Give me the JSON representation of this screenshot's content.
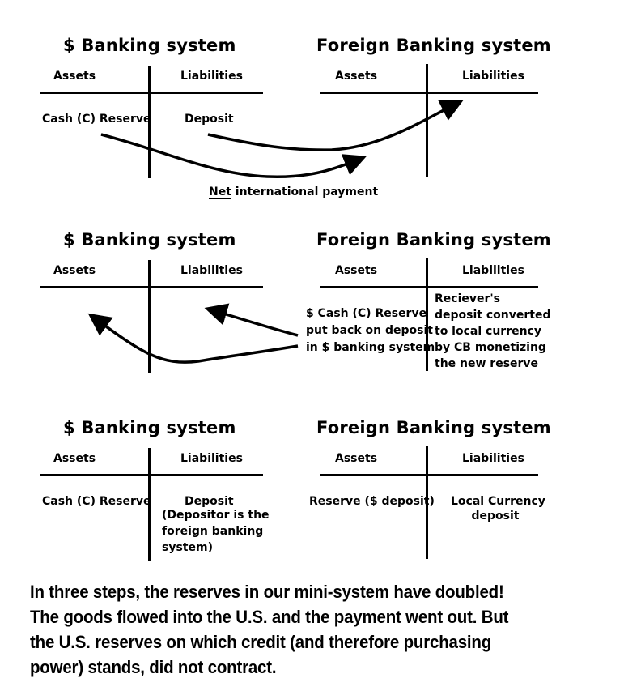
{
  "panels": [
    {
      "step": 1,
      "us": {
        "title": "$ Banking system",
        "assets_header": "Assets",
        "liabilities_header": "Liabilities",
        "assets_entry": "Cash (C) Reserve",
        "liabilities_entry": "Deposit"
      },
      "foreign": {
        "title": "Foreign Banking system",
        "assets_header": "Assets",
        "liabilities_header": "Liabilities"
      },
      "caption_underlined": "Net",
      "caption_rest": " international payment"
    },
    {
      "step": 2,
      "us": {
        "title": "$ Banking system",
        "assets_header": "Assets",
        "liabilities_header": "Liabilities"
      },
      "foreign": {
        "title": "Foreign Banking system",
        "assets_header": "Assets",
        "liabilities_header": "Liabilities",
        "liabilities_lines": [
          "Reciever's",
          "deposit converted",
          "to local currency",
          "by CB  monetizing",
          "the new reserve"
        ]
      },
      "note_lines": [
        "$ Cash (C) Reserve",
        "put back on deposit",
        "in $ banking system"
      ]
    },
    {
      "step": 3,
      "us": {
        "title": "$ Banking system",
        "assets_header": "Assets",
        "liabilities_header": "Liabilities",
        "assets_entry": "Cash (C) Reserve",
        "liabilities_entry": "Deposit",
        "liabilities_lines": [
          "(Depositor is the",
          "foreign banking",
          "system)"
        ]
      },
      "foreign": {
        "title": "Foreign Banking system",
        "assets_header": "Assets",
        "liabilities_header": "Liabilities",
        "assets_entry": "Reserve ($ deposit)",
        "liabilities_lines": [
          "Local Currency",
          "deposit"
        ]
      }
    }
  ],
  "summary_lines": [
    "In three steps, the reserves in our mini-system have doubled!",
    "The goods flowed into the U.S. and the payment went out. But",
    "the U.S. reserves on which credit (and therefore purchasing",
    "power) stands, did not contract."
  ]
}
